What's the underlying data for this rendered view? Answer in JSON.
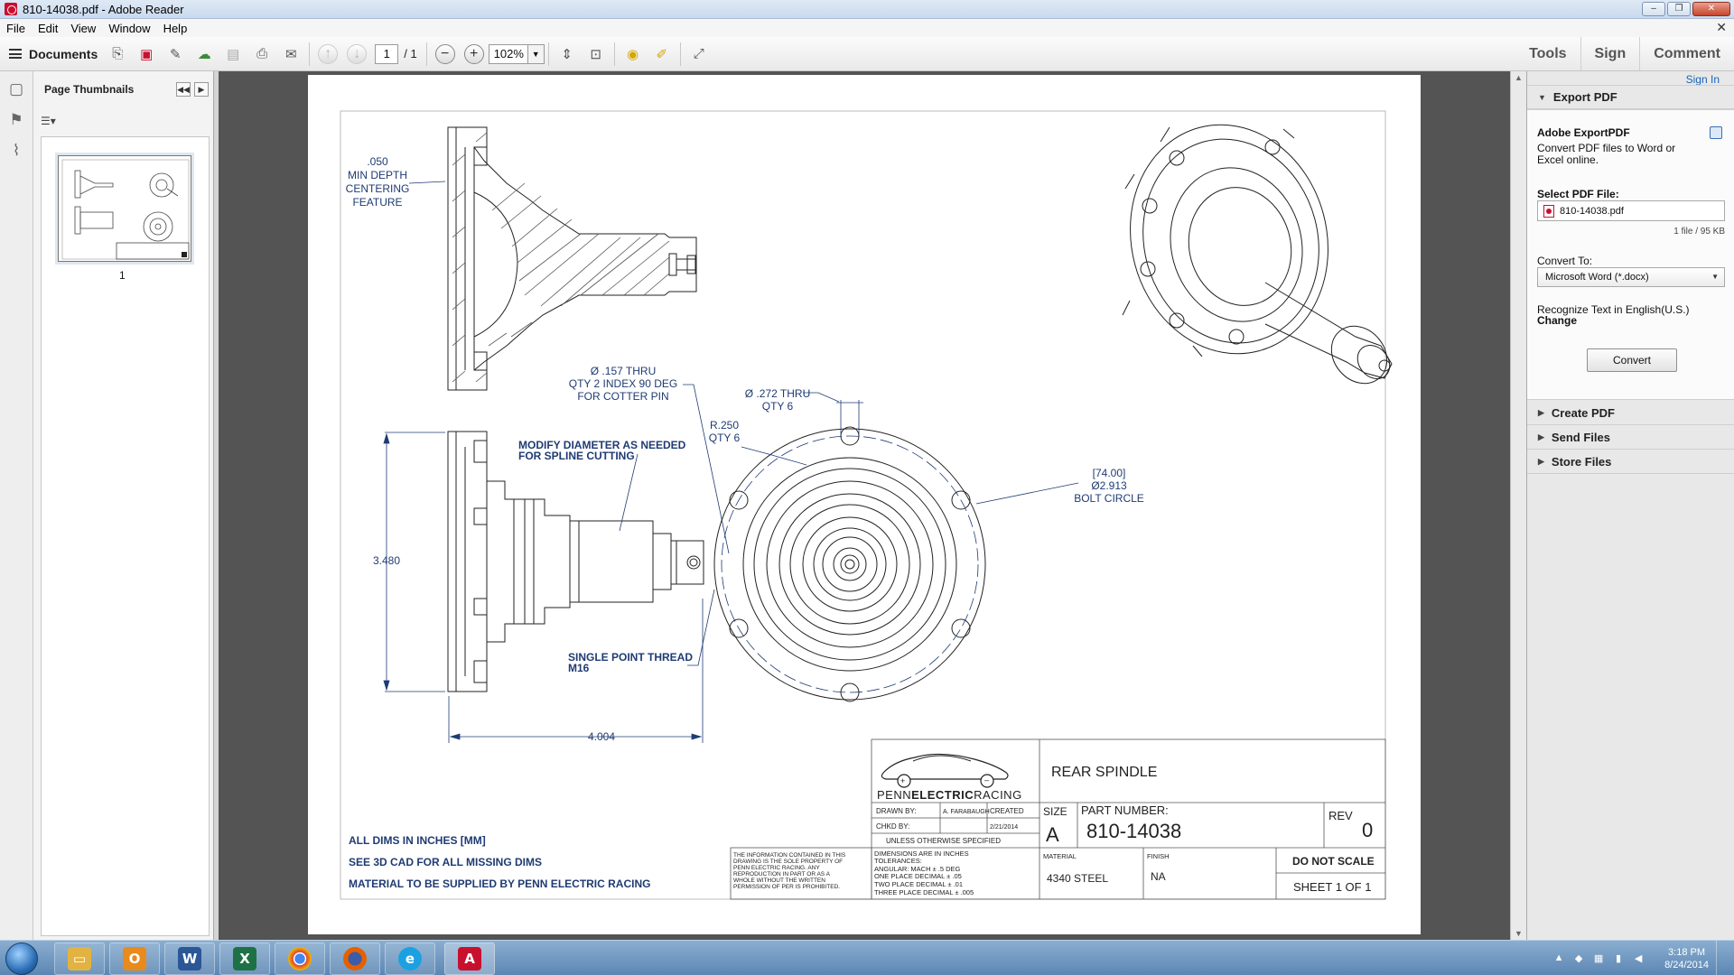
{
  "window": {
    "title": "810-14038.pdf - Adobe Reader",
    "minimize": "–",
    "maximize": "❐",
    "close": "✕"
  },
  "menu": {
    "items": [
      "File",
      "Edit",
      "View",
      "Window",
      "Help"
    ],
    "close_doc": "✕"
  },
  "toolbar": {
    "documents_label": "Documents",
    "page_current": "1",
    "page_total": "/ 1",
    "zoom": "102%",
    "right_links": [
      "Tools",
      "Sign",
      "Comment"
    ]
  },
  "left_panel": {
    "title": "Page Thumbnails",
    "thumbnail_label": "1"
  },
  "right_panel": {
    "sign_in": "Sign In",
    "export_section": "Export PDF",
    "service_title": "Adobe ExportPDF",
    "service_desc": "Convert PDF files to Word or Excel online.",
    "select_label": "Select PDF File:",
    "file_name": "810-14038.pdf",
    "file_count": "1 file / 95 KB",
    "convert_to_label": "Convert To:",
    "convert_to_value": "Microsoft Word (*.docx)",
    "recognize_text": "Recognize Text in English(U.S.)",
    "change_link": "Change",
    "convert_button": "Convert",
    "sections": [
      "Create PDF",
      "Send Files",
      "Store Files"
    ]
  },
  "drawing": {
    "note_centering": [
      ".050",
      "MIN DEPTH",
      "CENTERING",
      "FEATURE"
    ],
    "note_hole": [
      "Ø .157 THRU",
      "QTY 2 INDEX 90 DEG",
      "FOR COTTER PIN"
    ],
    "note_modify": [
      "MODIFY DIAMETER AS NEEDED",
      "FOR SPLINE CUTTING"
    ],
    "note_thread": [
      "SINGLE POINT THREAD",
      "M16"
    ],
    "dim_height": "3.480",
    "dim_length": "4.004",
    "note_bolt_hole": [
      "Ø .272 THRU",
      "QTY 6"
    ],
    "note_radius": [
      "R.250",
      "QTY 6"
    ],
    "note_bolt_circle": [
      "[74.00]",
      "Ø2.913",
      "BOLT CIRCLE"
    ],
    "general_notes": [
      "ALL DIMS IN INCHES [MM]",
      "SEE 3D CAD FOR ALL MISSING DIMS",
      "MATERIAL TO BE SUPPLIED BY PENN ELECTRIC RACING"
    ],
    "title_block": {
      "company_pre": "PENN",
      "company_bold": "ELECTRIC",
      "company_post": "RACING",
      "part_name": "REAR SPINDLE",
      "drawn_by_label": "DRAWN BY:",
      "drawn_by": "A. FARABAUGH",
      "created_label": "CREATED",
      "chkd_by_label": "CHKD BY:",
      "created_date": "2/21/2014",
      "unless": "UNLESS OTHERWISE SPECIFIED",
      "size_label": "SIZE",
      "size": "A",
      "part_number_label": "PART NUMBER:",
      "part_number": "810-14038",
      "rev_label": "REV",
      "rev": "0",
      "proprietary": [
        "THE INFORMATION CONTAINED IN THIS",
        "DRAWING IS THE SOLE PROPERTY OF",
        "PENN ELECTRIC RACING.  ANY",
        "REPRODUCTION IN PART OR AS A",
        "WHOLE WITHOUT THE WRITTEN",
        "PERMISSION OF PER IS PROHIBITED."
      ],
      "tolerances": [
        "DIMENSIONS ARE IN INCHES",
        "TOLERANCES:",
        "ANGULAR: MACH ± .5 DEG",
        "ONE PLACE DECIMAL  ± .05",
        "TWO PLACE DECIMAL   ± .01",
        "THREE PLACE DECIMAL  ± .005"
      ],
      "material_label": "MATERIAL",
      "material": "4340 STEEL",
      "finish_label": "FINISH",
      "finish": "NA",
      "do_not_scale": "DO NOT SCALE",
      "sheet": "SHEET 1 OF 1"
    }
  },
  "taskbar": {
    "apps": [
      "explorer",
      "outlook",
      "word",
      "excel",
      "chrome",
      "firefox",
      "ie",
      "adobe-reader"
    ],
    "time": "3:18 PM",
    "date": "8/24/2014"
  }
}
